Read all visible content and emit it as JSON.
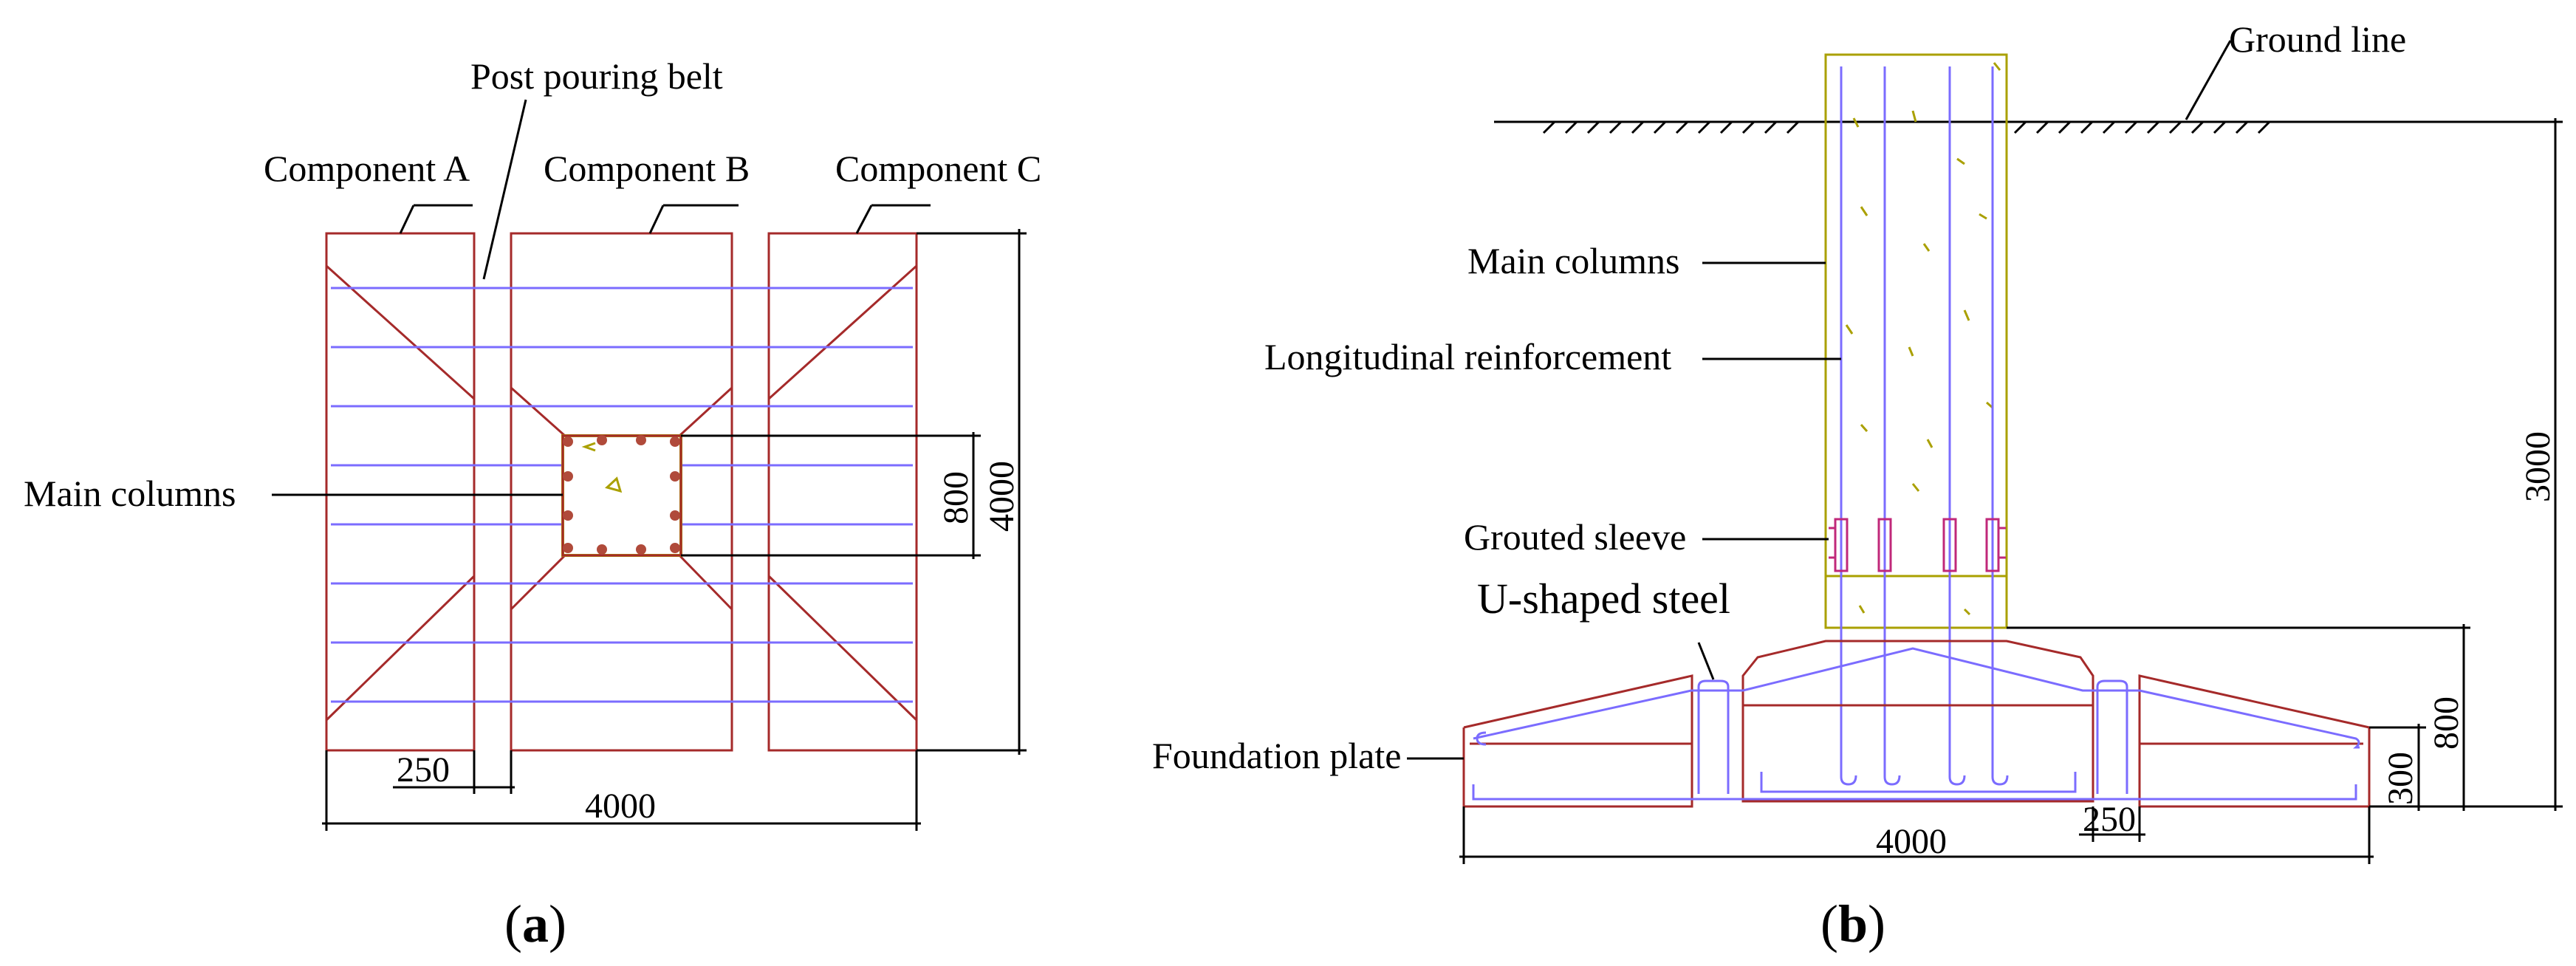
{
  "panel_a": {
    "component_a": "Component A",
    "post_pouring_belt": "Post pouring belt",
    "component_b": "Component B",
    "component_c": "Component C",
    "main_columns": "Main columns",
    "dim_800": "800",
    "dim_4000_vertical": "4000",
    "dim_250": "250",
    "dim_4000_horizontal": "4000",
    "caption_open": "(",
    "caption_letter": "a",
    "caption_close": ")"
  },
  "panel_b": {
    "ground_line": "Ground line",
    "main_columns": "Main columns",
    "longitudinal_reinforcement": "Longitudinal reinforcement",
    "grouted_sleeve": "Grouted sleeve",
    "u_shaped_steel": "U-shaped steel",
    "foundation_plate": "Foundation plate",
    "dim_3000": "3000",
    "dim_800": "800",
    "dim_300": "300",
    "dim_250": "250",
    "dim_4000": "4000",
    "caption_open": "(",
    "caption_letter": "b",
    "caption_close": ")"
  },
  "colors": {
    "outline": "#a52a2a",
    "rebar": "#7b6cff",
    "column": "#aaa000",
    "dimension": "#000000"
  }
}
